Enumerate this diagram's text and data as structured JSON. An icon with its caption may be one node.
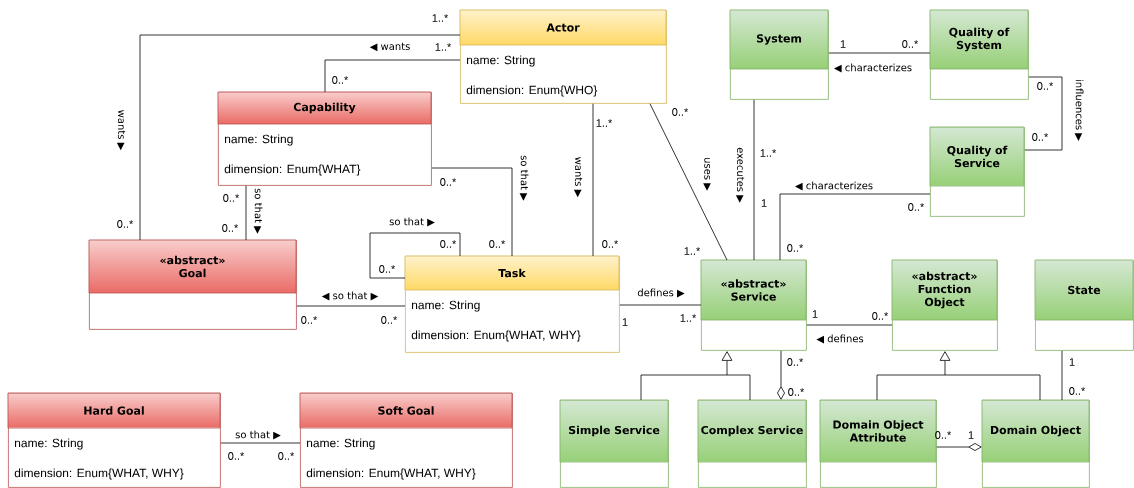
{
  "diagram": {
    "nodes": [
      {
        "text": [
          "Actor",
          "name: String",
          "dimension: Enum{WHO}"
        ]
      },
      {
        "text": [
          "Capability",
          "name: String",
          "dimension: Enum{WHAT}"
        ]
      },
      {
        "text": [
          "«abstract»",
          "Goal"
        ]
      },
      {
        "text": [
          "Task",
          "name: String",
          "dimension: Enum{WHAT, WHY}"
        ]
      },
      {
        "text": [
          "Hard Goal",
          "name: String",
          "dimension: Enum{WHAT, WHY}"
        ]
      },
      {
        "text": [
          "Soft Goal",
          "name: String",
          "dimension: Enum{WHAT, WHY}"
        ]
      },
      {
        "text": [
          "System"
        ]
      },
      {
        "text": [
          "Quality of System"
        ]
      },
      {
        "text": [
          "Quality of Service"
        ]
      },
      {
        "text": [
          "«abstract»",
          "Service"
        ]
      },
      {
        "text": [
          "«abstract»",
          "Function Object"
        ]
      },
      {
        "text": [
          "State"
        ]
      },
      {
        "text": [
          "Simple Service"
        ]
      },
      {
        "text": [
          "Complex Service"
        ]
      },
      {
        "text": [
          "Domain Object Attribute"
        ]
      },
      {
        "text": [
          "Domain Object"
        ]
      }
    ],
    "edges": [
      {
        "from": 2,
        "to": 0,
        "arrow": "none",
        "label": "wants ▶"
      },
      {
        "from": 1,
        "to": 0,
        "arrow": "none",
        "label": "◀ wants"
      },
      {
        "from": 1,
        "to": 2,
        "arrow": "none",
        "label": "so that ▶"
      },
      {
        "from": 1,
        "to": 3,
        "arrow": "none",
        "label": "so that ▶"
      },
      {
        "from": 3,
        "to": 3,
        "arrow": "none",
        "label": "so that ▶"
      },
      {
        "from": 0,
        "to": 3,
        "arrow": "none",
        "label": "wants ▶"
      },
      {
        "from": 2,
        "to": 3,
        "arrow": "none",
        "label": "◀ so that ▶"
      },
      {
        "from": 4,
        "to": 5,
        "arrow": "none",
        "label": "so that ▶"
      },
      {
        "from": 0,
        "to": 9,
        "arrow": "none",
        "label": "uses ▶"
      },
      {
        "from": 6,
        "to": 9,
        "arrow": "none",
        "label": "executes ▶"
      },
      {
        "from": 6,
        "to": 7,
        "arrow": "none",
        "label": "◀ characterizes"
      },
      {
        "from": 7,
        "to": 8,
        "arrow": "none",
        "label": "influences ▶"
      },
      {
        "from": 8,
        "to": 9,
        "arrow": "none",
        "label": "◀ characterizes"
      },
      {
        "from": 3,
        "to": 9,
        "arrow": "none",
        "label": "defines ▶"
      },
      {
        "from": 9,
        "to": 10,
        "arrow": "none",
        "label": "◀ defines"
      },
      {
        "from": 12,
        "to": 9,
        "arrow": "to"
      },
      {
        "from": 13,
        "to": 9,
        "arrow": "to"
      },
      {
        "from": 9,
        "to": 13,
        "arrow": "other"
      },
      {
        "from": 14,
        "to": 10,
        "arrow": "to"
      },
      {
        "from": 15,
        "to": 10,
        "arrow": "to"
      },
      {
        "from": 14,
        "to": 15,
        "arrow": "other"
      },
      {
        "from": 11,
        "to": 15,
        "arrow": "none"
      }
    ],
    "labels": [
      "1..*",
      "1..*",
      "0..*",
      "0..*",
      "0..*",
      "0..*",
      "0..*",
      "1..*",
      "0..*",
      "1",
      "0..*",
      "0..*",
      "0..*",
      "1..*",
      "1",
      "0..*",
      "0..*",
      "0..*",
      "0..*",
      "0..*",
      "1..*",
      "0..*",
      "0..*",
      "0..*",
      "1",
      "1..*",
      "1",
      "0..*",
      "0..*",
      "0..*",
      "1",
      "0..*",
      "0..*",
      "0..*",
      "0..*",
      "1"
    ]
  }
}
